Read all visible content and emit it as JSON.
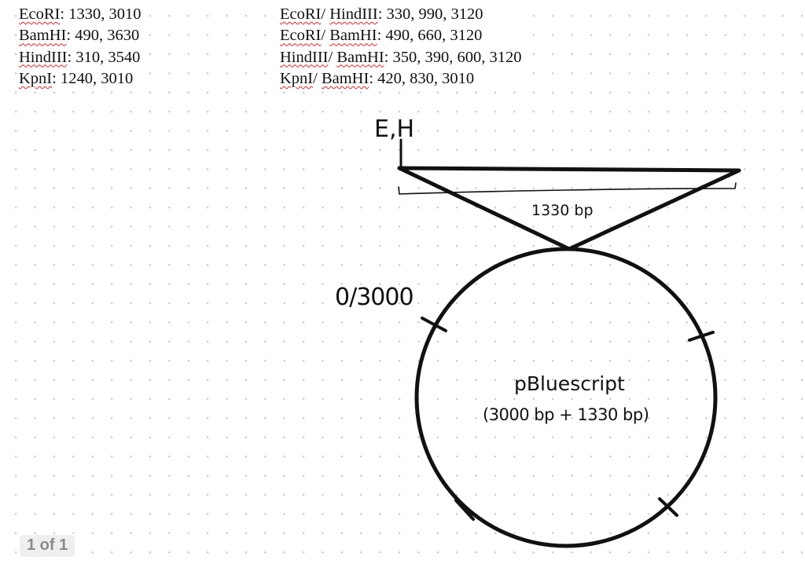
{
  "single_digests": [
    {
      "enzyme": "EcoRI",
      "fragments": "1330, 3010"
    },
    {
      "enzyme": "BamHI",
      "fragments": "490, 3630"
    },
    {
      "enzyme": "HindIII",
      "fragments": "310, 3540"
    },
    {
      "enzyme": "KpnI",
      "fragments": "1240, 3010"
    }
  ],
  "double_digests": [
    {
      "enzyme_a": "EcoRI",
      "enzyme_b": "HindIII",
      "fragments": "330, 990, 3120"
    },
    {
      "enzyme_a": "EcoRI",
      "enzyme_b": "BamHI",
      "fragments": "490, 660, 3120"
    },
    {
      "enzyme_a": "HindIII",
      "enzyme_b": "BamHI",
      "fragments": "350, 390, 600, 3120"
    },
    {
      "enzyme_a": "KpnI",
      "enzyme_b": "BamHI",
      "fragments": "420, 830, 3010"
    }
  ],
  "diagram": {
    "insert_site_label": "E,H",
    "insert_length_label": "1330 bp",
    "origin_label": "0/3000",
    "plasmid_name": "pBluescript",
    "plasmid_size_label": "(3000 bp + 1330 bp)"
  },
  "page_indicator": "1 of 1",
  "colors": {
    "ink": "#111111",
    "spellcheck_underline": "#d62424",
    "grid_dot": "#c4c4c4"
  }
}
